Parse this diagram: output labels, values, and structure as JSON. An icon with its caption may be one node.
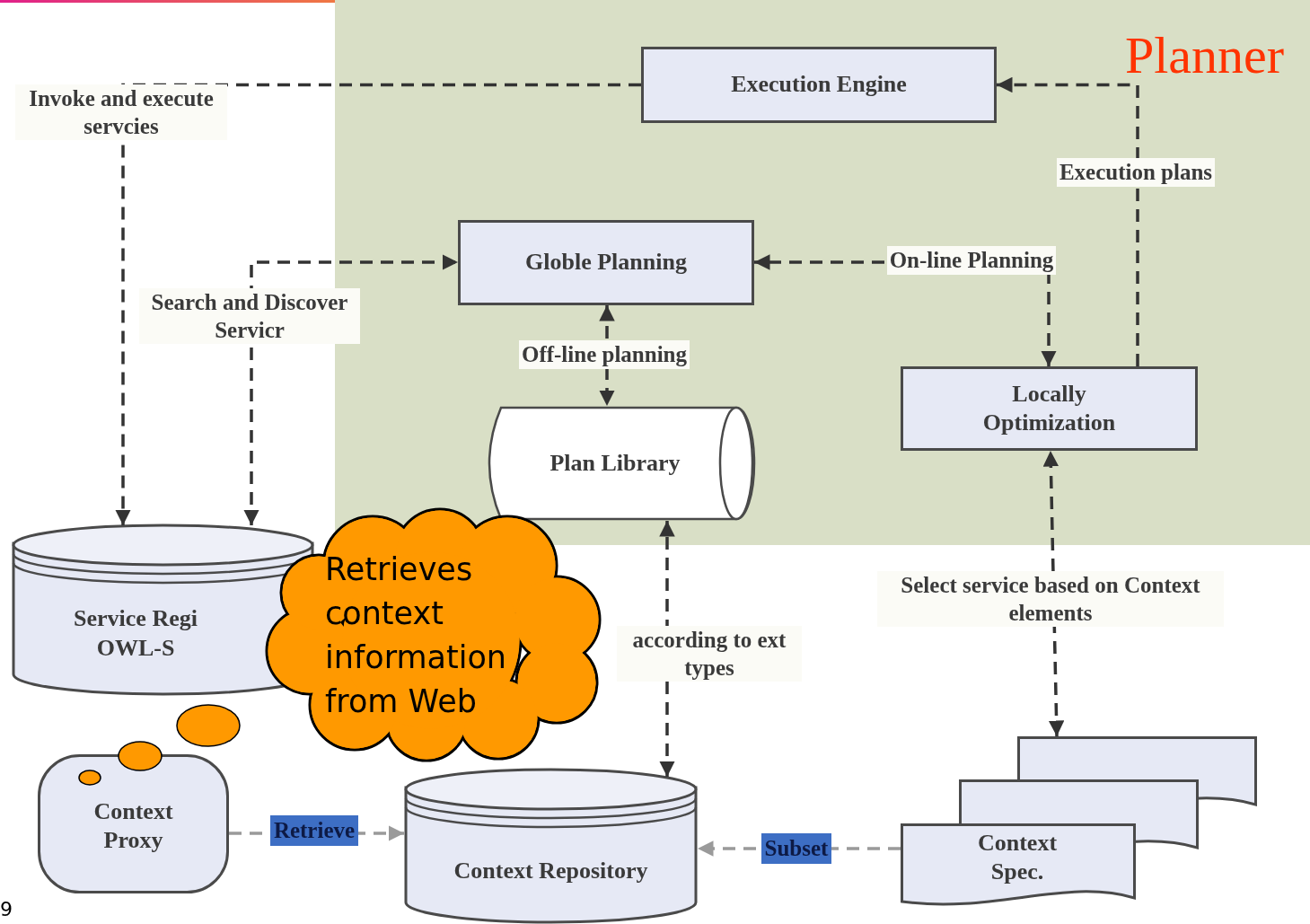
{
  "diagram": {
    "nodes": [
      {
        "text": [
          "Planner"
        ]
      },
      {
        "text": [
          "Execution Engine"
        ],
        "in": 0
      },
      {
        "text": [
          "Globle Planning"
        ],
        "in": 0
      },
      {
        "text": [
          "Plan Library"
        ],
        "in": 0
      },
      {
        "text": [
          "Locally Optimization"
        ],
        "in": 0
      },
      {
        "text": [
          "Service Regi OWL-S"
        ]
      },
      {
        "text": [
          "Context Proxy"
        ]
      },
      {
        "text": [
          "Context Repository"
        ]
      },
      {
        "text": [
          "Context Spec."
        ]
      },
      {
        "text": [
          "Retrieves context information from Web"
        ]
      }
    ],
    "edges": [
      {
        "from": 1,
        "to": 5,
        "arrow": "to",
        "label": "Invoke and execute servcies",
        "style": "dashed"
      },
      {
        "from": 4,
        "to": 1,
        "arrow": "to",
        "label": "Execution plans",
        "style": "dashed"
      },
      {
        "from": 5,
        "to": 2,
        "arrow": "both",
        "label": "Search and Discover Servicr",
        "style": "dashed"
      },
      {
        "from": 4,
        "to": 2,
        "arrow": "both",
        "label": "On-line Planning",
        "style": "dashed"
      },
      {
        "from": 2,
        "to": 3,
        "arrow": "both",
        "label": "Off-line planning",
        "style": "dashed"
      },
      {
        "from": 7,
        "to": 3,
        "arrow": "both",
        "label": "according to ext types",
        "style": "dashed"
      },
      {
        "from": 8,
        "to": 4,
        "arrow": "both",
        "label": "Select service based on Context elements",
        "style": "dashed"
      },
      {
        "from": 6,
        "to": 7,
        "arrow": "to",
        "label": "Retrieve",
        "style": "dashed",
        "color": "#9a9a9a"
      },
      {
        "from": 8,
        "to": 7,
        "arrow": "to",
        "label": "Subset",
        "style": "dashed",
        "color": "#9a9a9a"
      }
    ],
    "labels": [
      "9"
    ]
  }
}
